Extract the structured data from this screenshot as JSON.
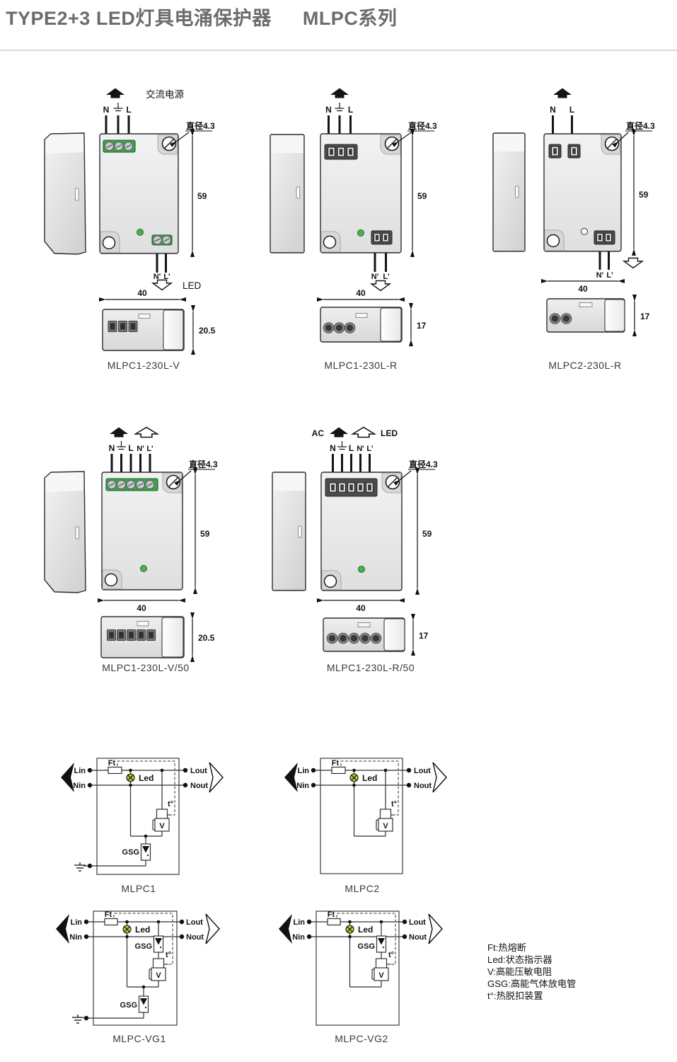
{
  "title": {
    "left": "TYPE2+3 LED灯具电涌保护器",
    "right": "MLPC系列"
  },
  "labels": {
    "ac_power": "交流电源",
    "ac": "AC",
    "led": "LED",
    "n": "N",
    "l": "L",
    "n_out": "N'",
    "l_out": "L'",
    "diameter": "直径4.3"
  },
  "products": [
    {
      "name": "MLPC1-230L-V",
      "height": "59",
      "width": "40",
      "depth": "20.5"
    },
    {
      "name": "MLPC1-230L-R",
      "height": "59",
      "width": "40",
      "depth": "17"
    },
    {
      "name": "MLPC2-230L-R",
      "height": "59",
      "width": "40",
      "depth": "17"
    },
    {
      "name": "MLPC1-230L-V/50",
      "height": "59",
      "width": "40",
      "depth": "20.5"
    },
    {
      "name": "MLPC1-230L-R/50",
      "height": "59",
      "width": "40",
      "depth": "17"
    }
  ],
  "circuits": [
    {
      "name": "MLPC1",
      "lin": "Lin",
      "nin": "Nin",
      "lout": "Lout",
      "nout": "Nout",
      "ft": "Ft",
      "led": "Led",
      "t": "t°",
      "v": "V",
      "gsg": "GSG"
    },
    {
      "name": "MLPC2",
      "lin": "Lin",
      "nin": "Nin",
      "lout": "Lout",
      "nout": "Nout",
      "ft": "Ft",
      "led": "Led",
      "t": "t°",
      "v": "V"
    },
    {
      "name": "MLPC-VG1",
      "lin": "Lin",
      "nin": "Nin",
      "lout": "Lout",
      "nout": "Nout",
      "ft": "Ft",
      "led": "Led",
      "t": "t°",
      "v": "V",
      "gsg1": "GSG",
      "gsg2": "GSG"
    },
    {
      "name": "MLPC-VG2",
      "lin": "Lin",
      "nin": "Nin",
      "lout": "Lout",
      "nout": "Nout",
      "ft": "Ft",
      "led": "Led",
      "t": "t°",
      "v": "V",
      "gsg": "GSG"
    }
  ],
  "legend": [
    "Ft:热熔断",
    "Led:状态指示器",
    "V:高能压敏电阻",
    "GSG:高能气体放电管",
    "t°:热脱扣装置"
  ],
  "colors": {
    "terminal_green": "#3fa24b",
    "led_green": "#4caf50",
    "led_symbol": "#b9cf2e",
    "title_gray": "#6b6c6f"
  }
}
